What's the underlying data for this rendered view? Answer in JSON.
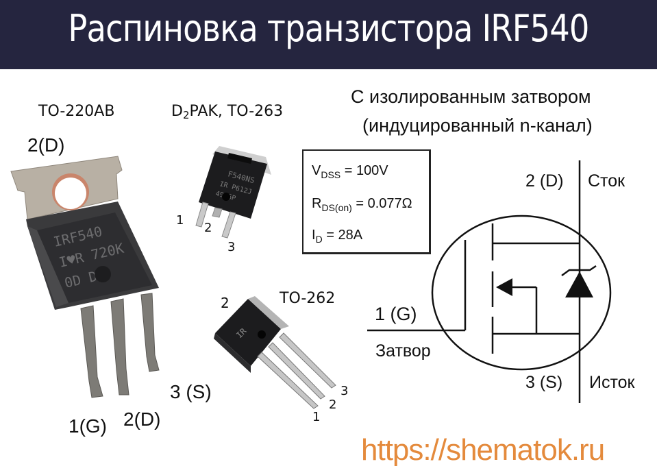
{
  "header": {
    "title": "Распиновка транзистора IRF540",
    "background_color": "#25253f",
    "text_color": "#ffffff"
  },
  "packages": {
    "to220": {
      "name": "TO-220AB",
      "tab_label": "2(D)",
      "marking_lines": [
        "IRF540",
        "IR 720K",
        "0D DA"
      ],
      "pins": [
        {
          "label": "1(G)"
        },
        {
          "label": "2(D)"
        },
        {
          "label": "3 (S)"
        }
      ]
    },
    "d2pak": {
      "name_prefix": "D",
      "name_sub": "2",
      "name_suffix": "PAK, TO-263",
      "marking_lines": [
        "F540NS",
        "IR P612J",
        "49 6P"
      ],
      "pins": [
        {
          "label": "1"
        },
        {
          "label": "2"
        },
        {
          "label": "3"
        }
      ]
    },
    "to262": {
      "name": "TO-262",
      "tab_label": "2",
      "marking": "IR",
      "pins": [
        {
          "label": "1"
        },
        {
          "label": "2"
        },
        {
          "label": "3"
        }
      ]
    }
  },
  "specs": {
    "vdss": {
      "symbol": "V",
      "sub": "DSS",
      "value": "= 100V"
    },
    "rds": {
      "symbol": "R",
      "sub": "DS(on)",
      "value": "= 0.077Ω"
    },
    "id": {
      "symbol": "I",
      "sub": "D",
      "value": "= 28A"
    }
  },
  "schematic": {
    "heading_line1": "С изолированным затвором",
    "heading_line2": "(индуцированный n-канал)",
    "drain_pin": "2 (D)",
    "drain_name": "Сток",
    "gate_pin": "1 (G)",
    "gate_name": "Затвор",
    "source_pin": "3 (S)",
    "source_name": "Исток"
  },
  "footer": {
    "url": "https://shematok.ru",
    "url_color": "#e48a3c"
  }
}
